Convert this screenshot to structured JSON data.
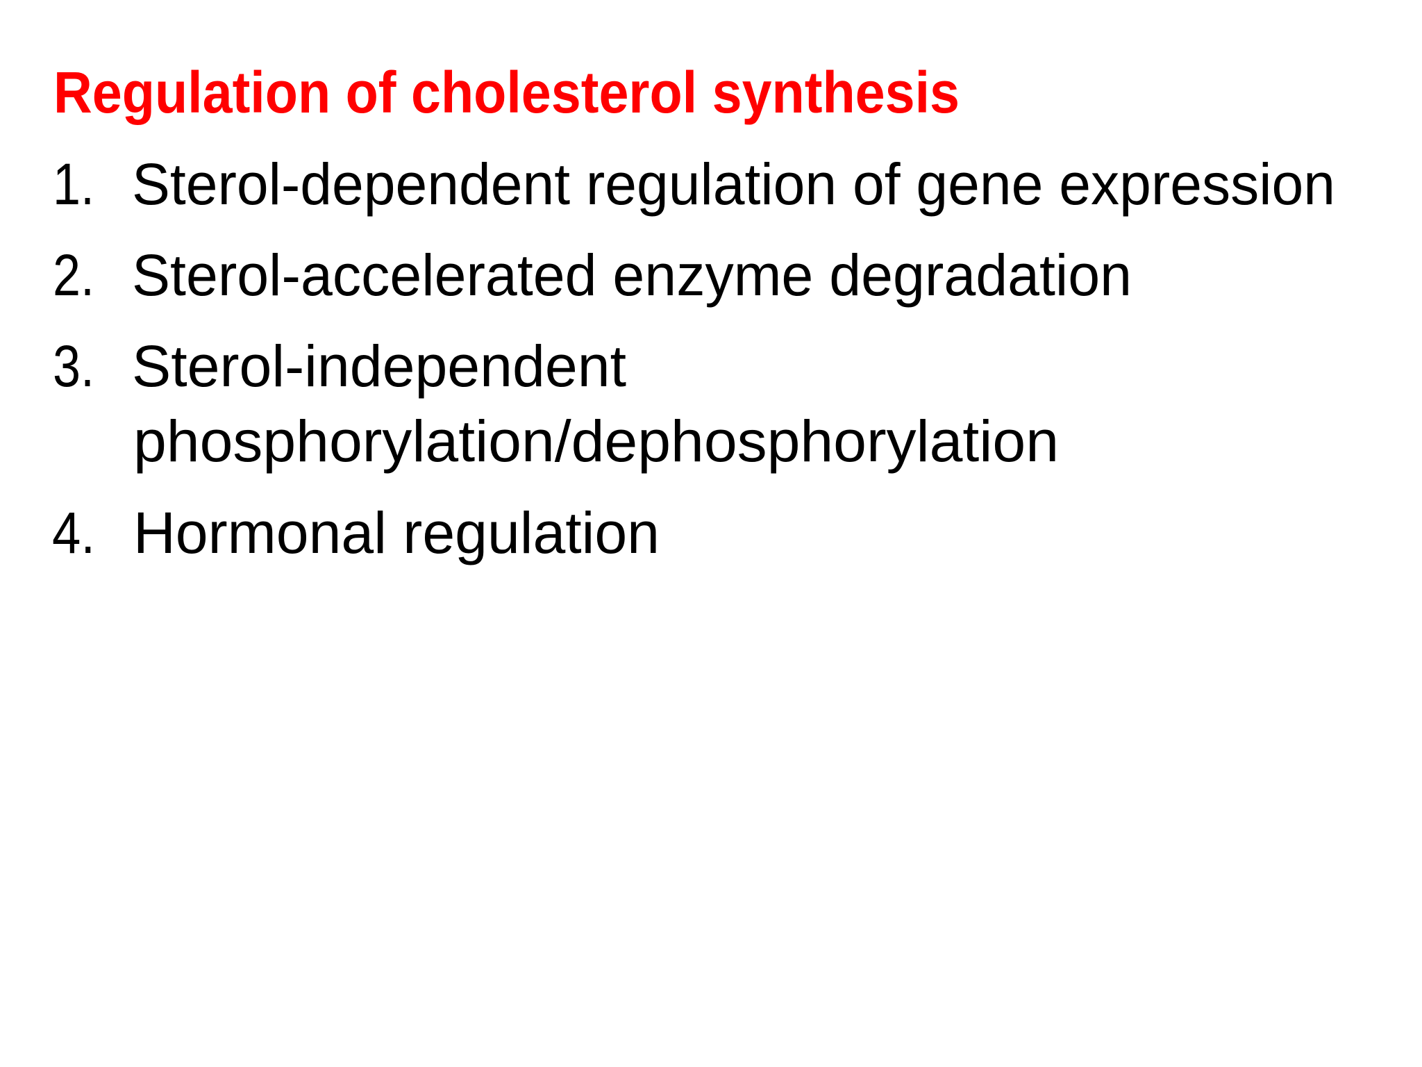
{
  "slide": {
    "title": "Regulation of cholesterol synthesis",
    "title_color": "#FF0000",
    "text_color": "#000000",
    "background": "#FFFFFF",
    "list": [
      {
        "number": "1.",
        "lines": [
          "Sterol-dependent regulation of gene expression"
        ]
      },
      {
        "number": "2.",
        "lines": [
          "Sterol-accelerated enzyme degradation"
        ]
      },
      {
        "number": "3.",
        "lines": [
          "Sterol-independent",
          "phosphorylation/dephosphorylation"
        ]
      },
      {
        "number": "4.",
        "lines": [
          "Hormonal regulation"
        ]
      }
    ]
  }
}
